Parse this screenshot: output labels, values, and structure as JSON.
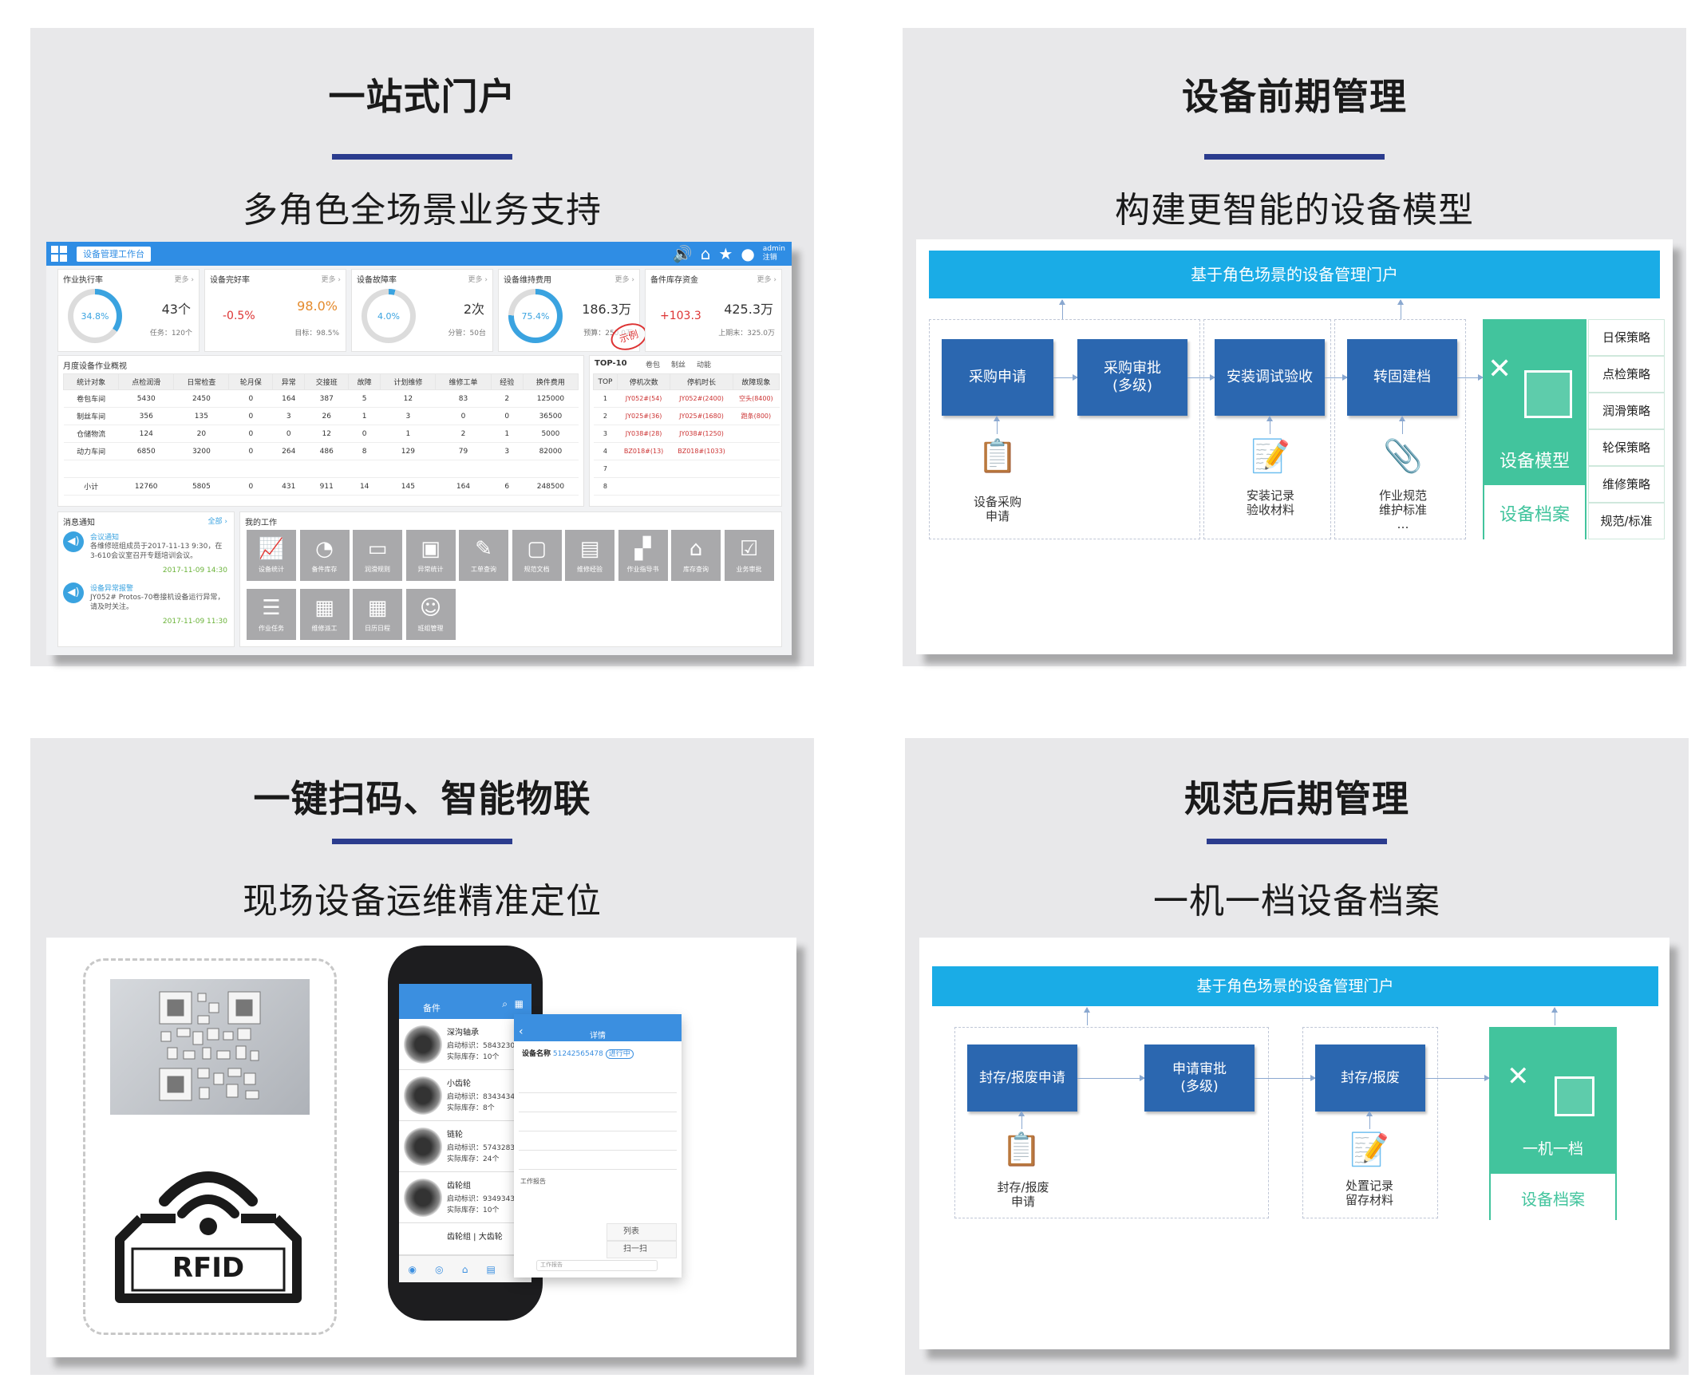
{
  "panels": {
    "p1": {
      "title": "一站式门户",
      "subtitle": "多角色全场景业务支持"
    },
    "p2": {
      "title": "设备前期管理",
      "subtitle": "构建更智能的设备模型"
    },
    "p3": {
      "title": "一键扫码、智能物联",
      "subtitle": "现场设备运维精准定位"
    },
    "p4": {
      "title": "规范后期管理",
      "subtitle": "一机一档设备档案"
    }
  },
  "dashboard": {
    "tab": "设备管理工作台",
    "user": "admin",
    "logout": "注销",
    "more": "更多 ›",
    "kpis": [
      {
        "title": "作业执行率",
        "ring": "34.8%",
        "ring_value": 0.348,
        "value": "43个",
        "sub": "任务：120个"
      },
      {
        "title": "设备完好率",
        "delta": "-0.5%",
        "value": "98.0%",
        "sub": "目标：98.5%"
      },
      {
        "title": "设备故障率",
        "ring": "4.0%",
        "ring_value": 0.04,
        "value": "2次",
        "sub": "分管：50台"
      },
      {
        "title": "设备维持费用",
        "ring": "75.4%",
        "ring_value": 0.754,
        "value": "186.3万",
        "sub": "预算：250.0万"
      },
      {
        "title": "备件库存资金",
        "delta": "+103.3",
        "value": "425.3万",
        "sub": "上期末：325.0万"
      }
    ],
    "stamp": "示例",
    "monthly": {
      "title": "月度设备作业概视",
      "headers": [
        "统计对象",
        "点检润滑",
        "日常检查",
        "轮月保",
        "异常",
        "交接班",
        "故障",
        "计划维修",
        "维修工单",
        "经验",
        "换件费用"
      ],
      "rows": [
        [
          "卷包车间",
          "5430",
          "2450",
          "0",
          "164",
          "387",
          "5",
          "12",
          "83",
          "2",
          "125000"
        ],
        [
          "制丝车间",
          "356",
          "135",
          "0",
          "3",
          "26",
          "1",
          "3",
          "0",
          "0",
          "36500"
        ],
        [
          "仓储物流",
          "124",
          "20",
          "0",
          "0",
          "12",
          "0",
          "1",
          "2",
          "1",
          "5000"
        ],
        [
          "动力车间",
          "6850",
          "3200",
          "0",
          "264",
          "486",
          "8",
          "129",
          "79",
          "3",
          "82000"
        ]
      ],
      "total": [
        "小计",
        "12760",
        "5805",
        "0",
        "431",
        "911",
        "14",
        "145",
        "164",
        "6",
        "248500"
      ]
    },
    "top10": {
      "title": "TOP-10",
      "tabs": [
        "卷包",
        "制丝",
        "动能"
      ],
      "headers": [
        "TOP",
        "停机次数",
        "停机时长",
        "故障现象"
      ],
      "rows": [
        [
          "1",
          "JY052#(54)",
          "JY052#(2400)",
          "空头(8400)"
        ],
        [
          "2",
          "JY025#(36)",
          "JY025#(1680)",
          "跑条(800)"
        ],
        [
          "3",
          "JY038#(28)",
          "JY038#(1250)",
          ""
        ],
        [
          "4",
          "BZ018#(13)",
          "BZ018#(1033)",
          ""
        ],
        [
          "7",
          "",
          "",
          ""
        ],
        [
          "8",
          "",
          "",
          ""
        ]
      ]
    },
    "messages": {
      "title": "消息通知",
      "all": "全部 ›",
      "items": [
        {
          "kind": "会议通知",
          "text": "各维修班组成员于2017-11-13 9:30，在3-610会议室召开专题培训会议。",
          "time": "2017-11-09 14:30"
        },
        {
          "kind": "设备异常报警",
          "text": "JY052# Protos-70卷接机设备运行异常，请及时关注。",
          "time": "2017-11-09 11:30"
        }
      ]
    },
    "work": {
      "title": "我的工作",
      "tiles": [
        "设备统计",
        "备件库存",
        "润滑规则",
        "异常统计",
        "工单查询",
        "规范文档",
        "维修经验",
        "作业指导书",
        "库存查询",
        "业务审批",
        "作业任务",
        "维修派工",
        "日历日程",
        "班组管理"
      ]
    }
  },
  "flow1": {
    "bar": "基于角色场景的设备管理门户",
    "boxes": [
      "采购申请",
      "采购审批\n(多级)",
      "安装调试验收",
      "转固建档"
    ],
    "captions": [
      "设备采购\n申请",
      "安装记录\n验收材料",
      "作业规范\n维护标准\n…"
    ],
    "model": "设备模型",
    "archive": "设备档案",
    "strategies": [
      "日保策略",
      "点检策略",
      "润滑策略",
      "轮保策略",
      "维修策略",
      "规范/标准"
    ]
  },
  "flow2": {
    "bar": "基于角色场景的设备管理门户",
    "boxes": [
      "封存/报废申请",
      "申请审批\n(多级)",
      "封存/报废"
    ],
    "captions": [
      "封存/报废\n申请",
      "处置记录\n留存材料"
    ],
    "model": "一机一档",
    "archive": "设备档案"
  },
  "scan": {
    "rfid": "RFID",
    "phone": {
      "header": "备件",
      "items": [
        {
          "name": "深沟轴承",
          "a": "启动标识：58432305",
          "b": "实际库存：10个"
        },
        {
          "name": "小齿轮",
          "a": "启动标识：83434342",
          "b": "实际库存：8个"
        },
        {
          "name": "链轮",
          "a": "启动标识：57432831",
          "b": "实际库存：24个"
        },
        {
          "name": "齿轮组",
          "a": "启动标识：93493432",
          "b": "实际库存：10个"
        },
        {
          "name": "齿轮组 | 大齿轮",
          "a": "",
          "b": ""
        }
      ]
    },
    "detail": {
      "header": "详情",
      "name_label": "设备名称",
      "name_value": "51242565478",
      "status": "进行中",
      "list": "列表",
      "scan": "扫一扫",
      "section": "工作报告",
      "input": "工作报告"
    }
  },
  "colors": {
    "navy": "#2b3c8e",
    "blue": "#2b67b0",
    "cyan": "#1aace6",
    "green": "#42c49d"
  }
}
